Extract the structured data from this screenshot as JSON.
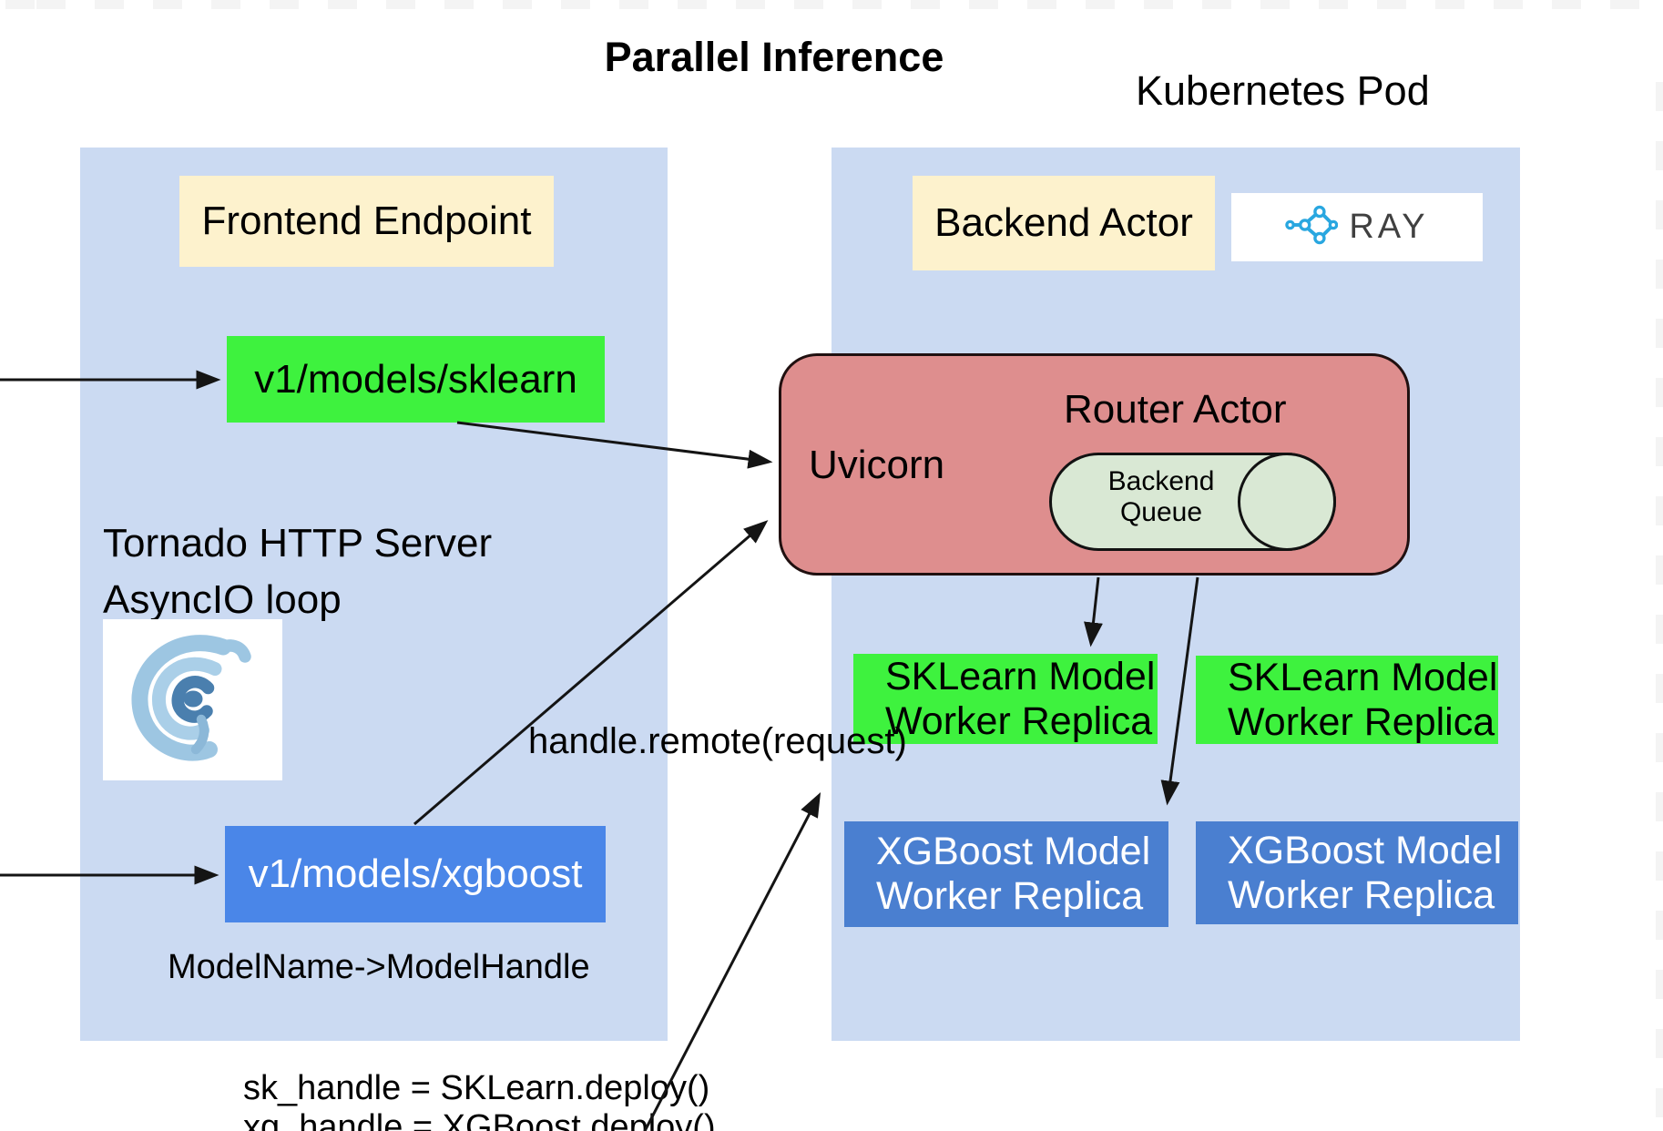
{
  "page": {
    "title": "Parallel Inference",
    "kubernetes_label": "Kubernetes Pod"
  },
  "colors": {
    "panel_blue": "#cbdaf2",
    "cream": "#fdf2cd",
    "bright_green": "#3ef23e",
    "endpoint_blue": "#4a86e8",
    "worker_blue": "#4a7fd0",
    "router_pink": "#de8e8e",
    "queue_green": "#d9e8d4",
    "ray_blue": "#29a7e0",
    "arrow_black": "#141414"
  },
  "frontend_panel": {
    "endpoint_label": "Frontend Endpoint",
    "sklearn_route": "v1/models/sklearn",
    "xgboost_route": "v1/models/xgboost",
    "server_caption_line1": "Tornado HTTP Server",
    "server_caption_line2": "AsyncIO loop",
    "mapping_note": "ModelName->ModelHandle"
  },
  "backend_panel": {
    "actor_label": "Backend Actor",
    "ray_wordmark": "RAY",
    "router": {
      "title": "Router Actor",
      "server_label": "Uvicorn",
      "queue_line1": "Backend",
      "queue_line2": "Queue"
    },
    "workers": [
      {
        "line1": "SKLearn Model",
        "line2": "Worker Replica"
      },
      {
        "line1": "SKLearn Model",
        "line2": "Worker Replica"
      },
      {
        "line1": "XGBoost Model",
        "line2": "Worker Replica"
      },
      {
        "line1": "XGBoost Model",
        "line2": "Worker Replica"
      }
    ]
  },
  "annotations": {
    "handle_remote": "handle.remote(request)",
    "deploy_line1": "sk_handle = SKLearn.deploy()",
    "deploy_line2": "xg_handle = XGBoost.deploy()"
  }
}
